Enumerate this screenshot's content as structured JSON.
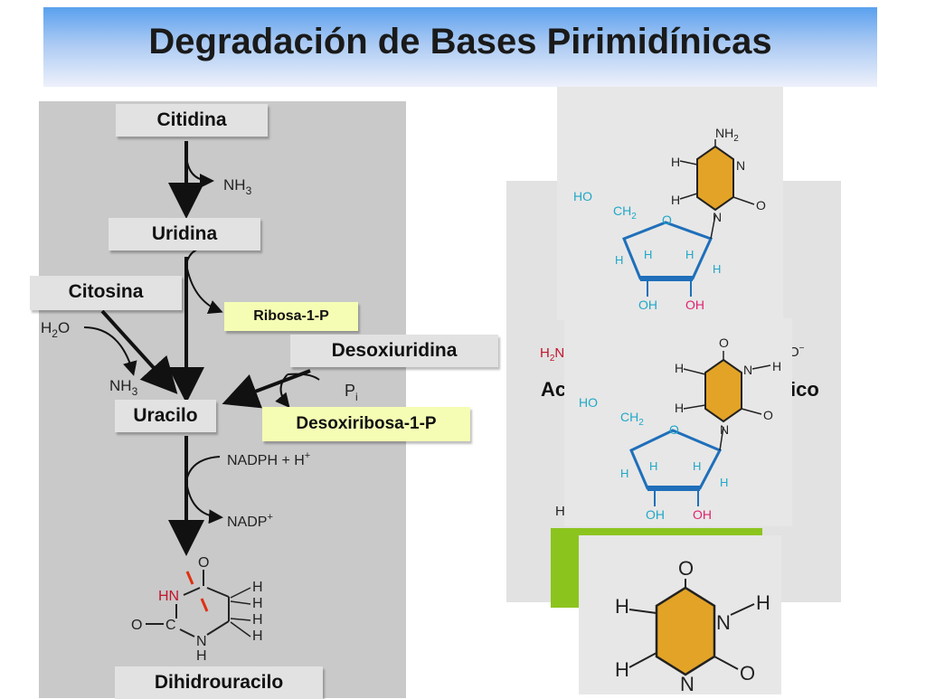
{
  "title": "Degradación de Bases Pirimidínicas",
  "pathway": {
    "citidina": "Citidina",
    "uridina": "Uridina",
    "citosina": "Citosina",
    "ribosa_1p": "Ribosa-1-P",
    "desoxiuridina": "Desoxiuridina",
    "uracilo": "Uracilo",
    "desoxiribosa_1p": "Desoxiribosa-1-P",
    "dihidrouracilo": "Dihidrouracilo"
  },
  "cofactors": {
    "nh3_top": "NH",
    "nh3_top_sub": "3",
    "h2o": "H",
    "h2o_sub": "2",
    "h2o_end": "O",
    "nh3_mid": "NH",
    "nh3_mid_sub": "3",
    "pi": "P",
    "pi_sub": "i",
    "nadph": "NADPH + H",
    "nadph_sup": "+",
    "nadp": "NADP",
    "nadp_sup": "+"
  },
  "dihidrouracilo_structure": {
    "o_top": "O",
    "hn": "HN",
    "c_left": "C",
    "o_left": "O",
    "n_bottom": "N",
    "h_bottom": "H",
    "h_right": [
      "H",
      "H",
      "H",
      "H"
    ]
  },
  "background_panel": {
    "left_text": "Ac",
    "right_text": "ico",
    "h2n": "H",
    "h2n_sub": "2",
    "h2n_end": "N",
    "o_minus": "O",
    "o_minus_sup": "−",
    "h_bottom": "H"
  },
  "nucleoside_structure": {
    "nh2": "NH",
    "nh2_sub": "2",
    "n": "N",
    "o": "O",
    "h": "H",
    "ho": "HO",
    "ch2": "CH",
    "ch2_sub": "2",
    "oh": "OH"
  },
  "colors": {
    "ring_fill": "#e3a326",
    "sugar_blue": "#1f6fba",
    "sugar_label": "#20a8c8",
    "oh_pink": "#e0226e",
    "nh2_pink": "#e0226e",
    "green_block": "#8cc41e",
    "red_mark": "#e03010"
  }
}
